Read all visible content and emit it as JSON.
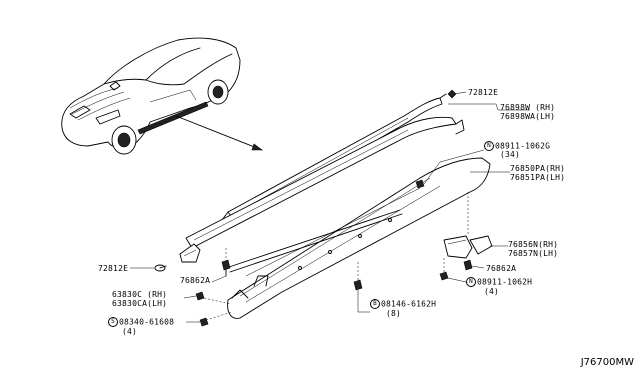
{
  "labels": {
    "p72812E_top": "72812E",
    "p76898W_rh": "76898W (RH)",
    "p76898WA_lh": "76898WA(LH)",
    "n08911_1062G_ref": "N",
    "n08911_1062G": "08911-1062G",
    "n08911_1062G_qty": "(34)",
    "p76850PA_rh": "76850PA(RH)",
    "p76851PA_lh": "76851PA(LH)",
    "p76856N_rh": "76856N(RH)",
    "p76857N_lh": "76857N(LH)",
    "p76862A_right": "76862A",
    "n08911_1062H_ref": "N",
    "n08911_1062H": "08911-1062H",
    "n08911_1062H_qty": "(4)",
    "p72812E_left": "72812E",
    "p76862A_left": "76862A",
    "p63830C_rh": "63830C (RH)",
    "p63830CA_lh": "63830CA(LH)",
    "b08146_ref": "B",
    "b08146_6162H": "08146-6162H",
    "b08146_qty": "(8)",
    "s08340_ref": "S",
    "s08340_61608": "08340-61608",
    "s08340_qty": "(4)"
  },
  "diagram_code": "J76700MW"
}
